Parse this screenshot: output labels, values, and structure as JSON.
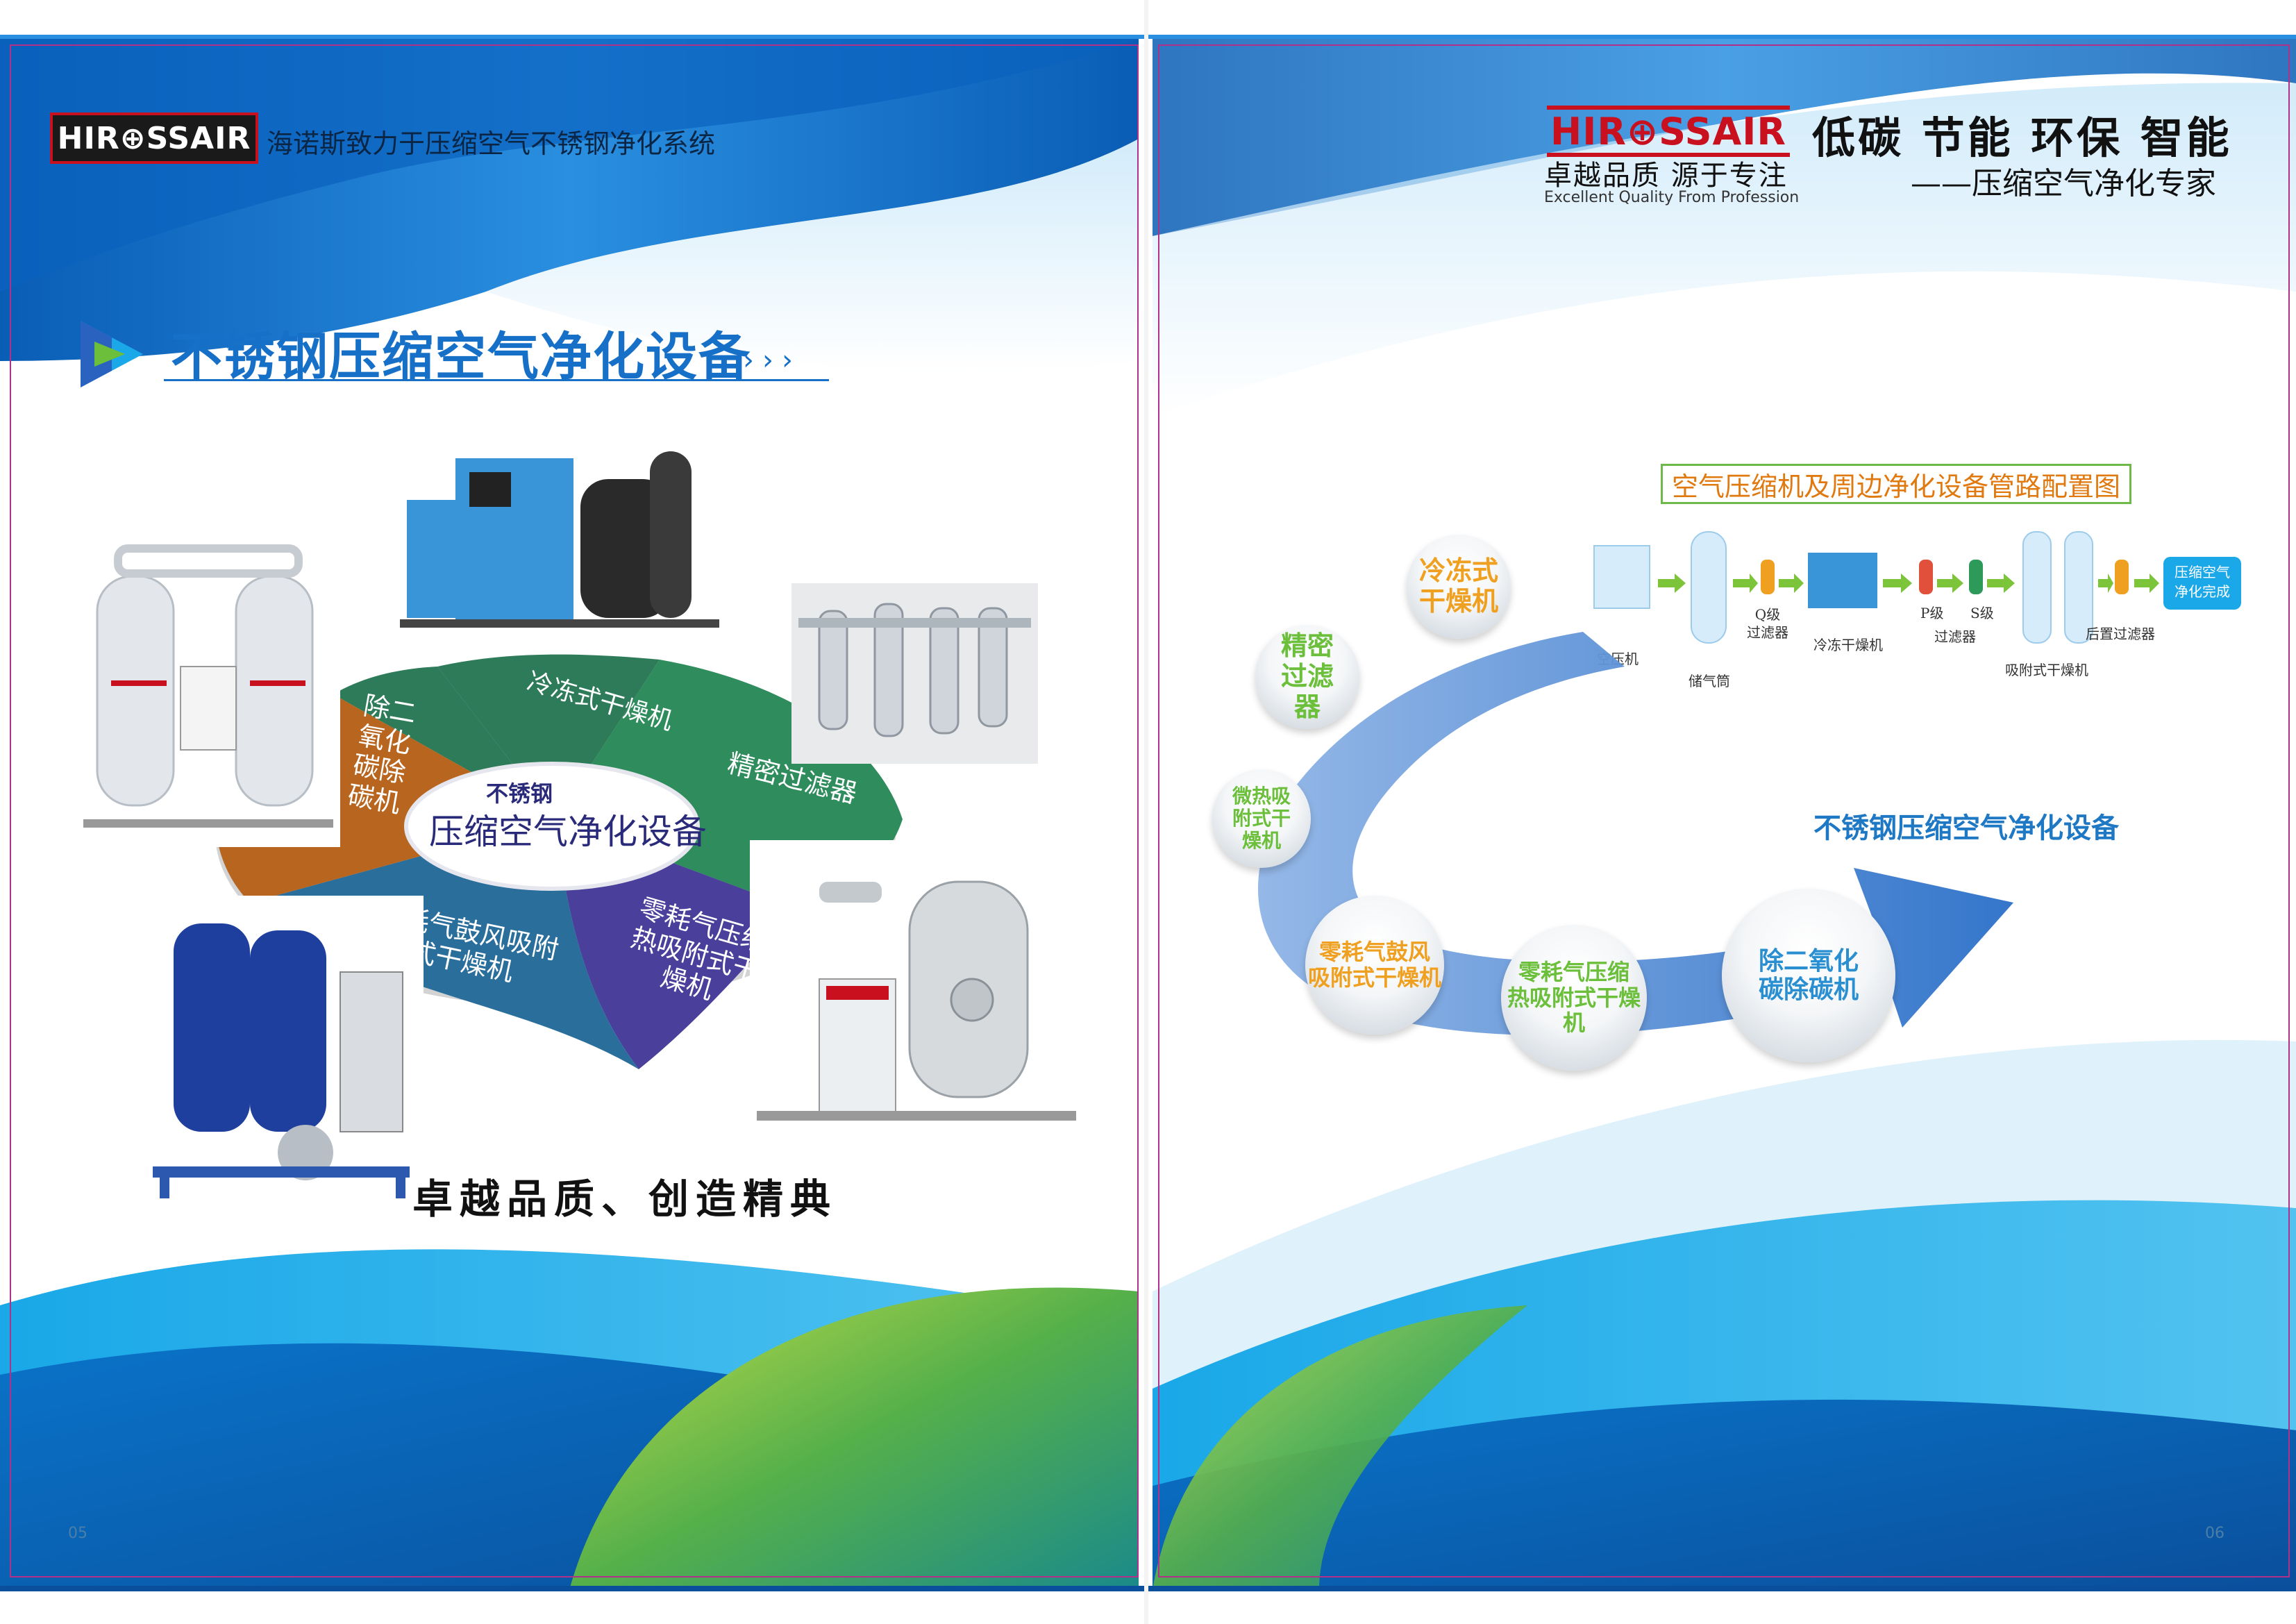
{
  "brand": {
    "logo_text": "HIR⊕SSAIR",
    "slogan_left": "海诺斯致力于压缩空气不锈钢净化系统",
    "slogan_right_cn": "卓越品质 源于专注",
    "slogan_right_en": "Excellent Quality From Profession",
    "values": "低碳 节能 环保 智能",
    "expert": "——压缩空气净化专家"
  },
  "left_page": {
    "section_title": "不锈钢压缩空气净化设备",
    "section_chevrons": "›››",
    "wheel": {
      "center_top": "不锈钢",
      "center_main": "压缩空气净化设备",
      "segments": [
        {
          "label": "冷冻式干燥机",
          "color": "#2e7b5a"
        },
        {
          "label": "精密过滤器",
          "color": "#2f8c5c"
        },
        {
          "label": "零耗气压缩\n热吸附式干\n燥机",
          "color": "#4a3f9a"
        },
        {
          "label": "零耗气鼓风吸附\n式干燥机",
          "color": "#2a6e9c"
        },
        {
          "label": "除二\n氧化\n碳除\n碳机",
          "color": "#b8661f"
        }
      ]
    },
    "tagline": "卓越品质、创造精典",
    "page_number": "05"
  },
  "right_page": {
    "diagram_title": "空气压缩机及周边净化设备管路配置图",
    "pipeline_steps": [
      {
        "label": "空压机"
      },
      {
        "label": "储气筒"
      },
      {
        "label": "Q级\n过滤器"
      },
      {
        "label": "冷冻干燥机"
      },
      {
        "label": "P级"
      },
      {
        "label": "S级"
      },
      {
        "label": "过滤器"
      },
      {
        "label": "吸附式干燥机"
      },
      {
        "label": "后置过滤器"
      }
    ],
    "pipeline_end": "压缩空气\n净化完成",
    "bubbles": [
      {
        "label": "冷冻式\n干燥机",
        "color": "#f0a020"
      },
      {
        "label": "精密\n过滤\n器",
        "color": "#6bbf3a"
      },
      {
        "label": "微热吸\n附式干\n燥机",
        "color": "#6bbf3a"
      },
      {
        "label": "零耗气鼓风\n吸附式干燥机",
        "color": "#f0a020"
      },
      {
        "label": "零耗气压缩\n热吸附式干燥机",
        "color": "#6bbf3a"
      },
      {
        "label": "除二氧化\n碳除碳机",
        "color": "#2a8fd0"
      }
    ],
    "product_title": "不锈钢压缩空气净化设备",
    "page_number": "06"
  },
  "colors": {
    "brand_red": "#c8101e",
    "title_blue": "#1770c8",
    "wave_blue": "#0a72c4",
    "wave_green": "#8cc640"
  }
}
